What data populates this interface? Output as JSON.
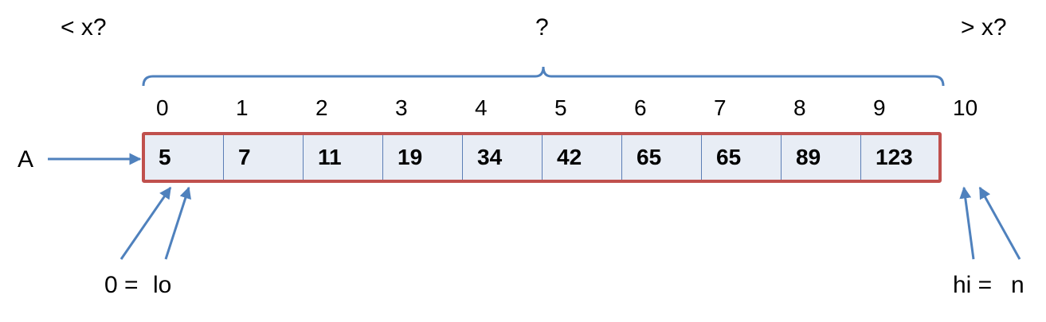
{
  "labels": {
    "left_query": "< x?",
    "middle_query": "?",
    "right_query": "> x?",
    "array_name": "A",
    "lo_prefix": "0 =",
    "lo": "lo",
    "hi": "hi =",
    "n": "n"
  },
  "indices": [
    "0",
    "1",
    "2",
    "3",
    "4",
    "5",
    "6",
    "7",
    "8",
    "9",
    "10"
  ],
  "array_values": [
    "5",
    "7",
    "11",
    "19",
    "34",
    "42",
    "65",
    "65",
    "89",
    "123"
  ],
  "colors": {
    "array_border": "#c0504d",
    "cell_fill": "#e8edf5",
    "arrow": "#4f81bd",
    "brace": "#4f81bd"
  }
}
